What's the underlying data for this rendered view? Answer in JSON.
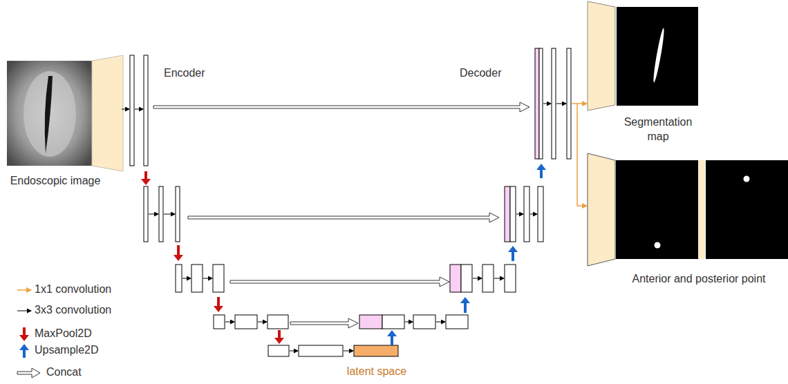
{
  "diagram": {
    "nodes": [
      {
        "text": [
          "Endoscopic image"
        ]
      },
      {
        "text": [
          "latent space"
        ]
      },
      {
        "text": [
          "Segmentation map"
        ]
      },
      {
        "text": [
          "Anterior and posterior point"
        ]
      }
    ],
    "labels": [
      "Encoder",
      "Decoder"
    ],
    "legend": [
      {
        "text": "1x1 convolution"
      },
      {
        "text": "3x3 convolution"
      },
      {
        "text": "MaxPool2D"
      },
      {
        "text": "Upsample2D"
      },
      {
        "text": "Concat"
      }
    ]
  }
}
